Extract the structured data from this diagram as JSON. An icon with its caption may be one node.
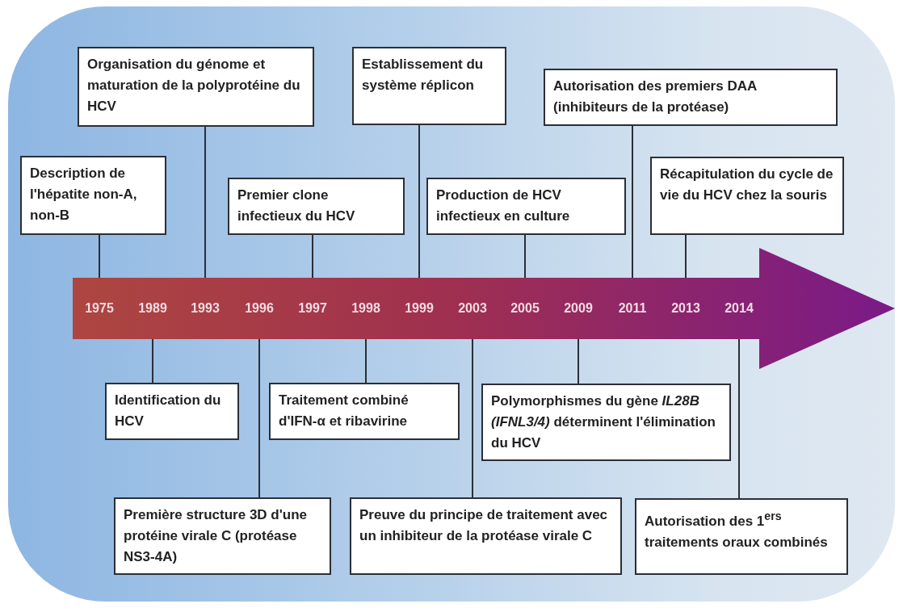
{
  "diagram": {
    "nodes": [
      {
        "text": [
          "Description de l'hépatite non-A, non-B"
        ]
      },
      {
        "text": [
          "Organisation du génome et maturation de la polyprotéine du HCV"
        ]
      },
      {
        "text": [
          "Premier clone infectieux du HCV"
        ]
      },
      {
        "text": [
          "Establissement du système réplicon"
        ]
      },
      {
        "text": [
          "Production de HCV infectieux en culture"
        ]
      },
      {
        "text": [
          "Autorisation des premiers DAA (inhibiteurs de la protéase)"
        ]
      },
      {
        "text": [
          "Récapitulation du cycle de vie du HCV chez la souris"
        ]
      },
      {
        "text": [],
        "shape": "arrow"
      },
      {
        "text": [
          "1975"
        ],
        "in": 7
      },
      {
        "text": [
          "1989"
        ],
        "in": 7
      },
      {
        "text": [
          "1993"
        ],
        "in": 7
      },
      {
        "text": [
          "1996"
        ],
        "in": 7
      },
      {
        "text": [
          "1997"
        ],
        "in": 7
      },
      {
        "text": [
          "1998"
        ],
        "in": 7
      },
      {
        "text": [
          "1999"
        ],
        "in": 7
      },
      {
        "text": [
          "2003"
        ],
        "in": 7
      },
      {
        "text": [
          "2005"
        ],
        "in": 7
      },
      {
        "text": [
          "2009"
        ],
        "in": 7
      },
      {
        "text": [
          "2011"
        ],
        "in": 7
      },
      {
        "text": [
          "2013"
        ],
        "in": 7
      },
      {
        "text": [
          "2014"
        ],
        "in": 7
      },
      {
        "text": [
          "Identification du HCV"
        ]
      },
      {
        "text": [
          "Traitement combiné d'IFN-α et ribavirine"
        ]
      },
      {
        "text": [
          "Polymorphismes du gène *IL28B (IFNL3/4)* déterminent l'élimination du HCV"
        ]
      },
      {
        "text": [
          "Première structure 3D d'une protéine virale C (protéase NS3-4A)"
        ]
      },
      {
        "text": [
          "Preuve du principe de traitement avec un inhibiteur de la protéase virale C"
        ]
      },
      {
        "text": [
          "Autorisation des 1$^{ers}$ traitements oraux combinés"
        ]
      }
    ],
    "edges": [
      {
        "from": 0,
        "to": 8,
        "arrow": "none"
      },
      {
        "from": 1,
        "to": 10,
        "arrow": "none"
      },
      {
        "from": 2,
        "to": 12,
        "arrow": "none"
      },
      {
        "from": 3,
        "to": 14,
        "arrow": "none"
      },
      {
        "from": 4,
        "to": 16,
        "arrow": "none"
      },
      {
        "from": 5,
        "to": 18,
        "arrow": "none"
      },
      {
        "from": 6,
        "to": 19,
        "arrow": "none"
      },
      {
        "from": 21,
        "to": 9,
        "arrow": "none"
      },
      {
        "from": 24,
        "to": 11,
        "arrow": "none"
      },
      {
        "from": 22,
        "to": 13,
        "arrow": "none"
      },
      {
        "from": 25,
        "to": 15,
        "arrow": "none"
      },
      {
        "from": 23,
        "to": 17,
        "arrow": "none"
      },
      {
        "from": 26,
        "to": 20,
        "arrow": "none"
      }
    ]
  }
}
